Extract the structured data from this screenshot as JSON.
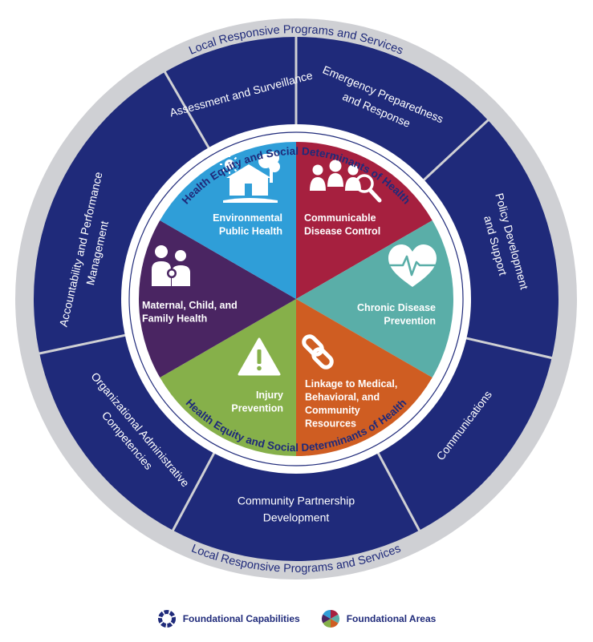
{
  "outer_band": {
    "label_top": "Local Responsive Programs and Services",
    "label_bottom": "Local Responsive Programs and Services"
  },
  "capabilities": [
    {
      "id": "assessment",
      "lines": [
        "Assessment and Surveillance"
      ]
    },
    {
      "id": "emergency",
      "lines": [
        "Emergency Preparedness",
        "and Response"
      ]
    },
    {
      "id": "policy",
      "lines": [
        "Policy Development",
        "and Support"
      ]
    },
    {
      "id": "communications",
      "lines": [
        "Communications"
      ]
    },
    {
      "id": "community",
      "lines": [
        "Community Partnership",
        "Development"
      ]
    },
    {
      "id": "organizational",
      "lines": [
        "Organizational Administrative",
        "Competencies"
      ]
    },
    {
      "id": "accountability",
      "lines": [
        "Accountability and Performance",
        "Management"
      ]
    }
  ],
  "inner_ring": {
    "label_top": "Health Equity and Social Determinants of Health",
    "label_bottom": "Health Equity and Social Determinants of Health"
  },
  "areas": [
    {
      "id": "communicable",
      "lines": [
        "Communicable",
        "Disease Control"
      ],
      "color": "#a6203f",
      "icon": "people-search-icon"
    },
    {
      "id": "chronic",
      "lines": [
        "Chronic Disease",
        "Prevention"
      ],
      "color": "#5aaea8",
      "icon": "heart-pulse-icon"
    },
    {
      "id": "linkage",
      "lines": [
        "Linkage to Medical,",
        "Behavioral, and",
        "Community",
        "Resources"
      ],
      "color": "#cf5d22",
      "icon": "chain-link-icon"
    },
    {
      "id": "injury",
      "lines": [
        "Injury",
        "Prevention"
      ],
      "color": "#86b04a",
      "icon": "warning-icon"
    },
    {
      "id": "maternal",
      "lines": [
        "Maternal, Child, and",
        "Family Health"
      ],
      "color": "#4a2562",
      "icon": "family-icon"
    },
    {
      "id": "environmental",
      "lines": [
        "Environmental",
        "Public Health"
      ],
      "color": "#2f9ed8",
      "icon": "house-tree-sun-icon"
    }
  ],
  "legend": {
    "capabilities_label": "Foundational Capabilities",
    "areas_label": "Foundational Areas"
  },
  "colors": {
    "navy": "#1f2a7a",
    "outer_gray": "#cfd0d4",
    "white": "#ffffff"
  }
}
